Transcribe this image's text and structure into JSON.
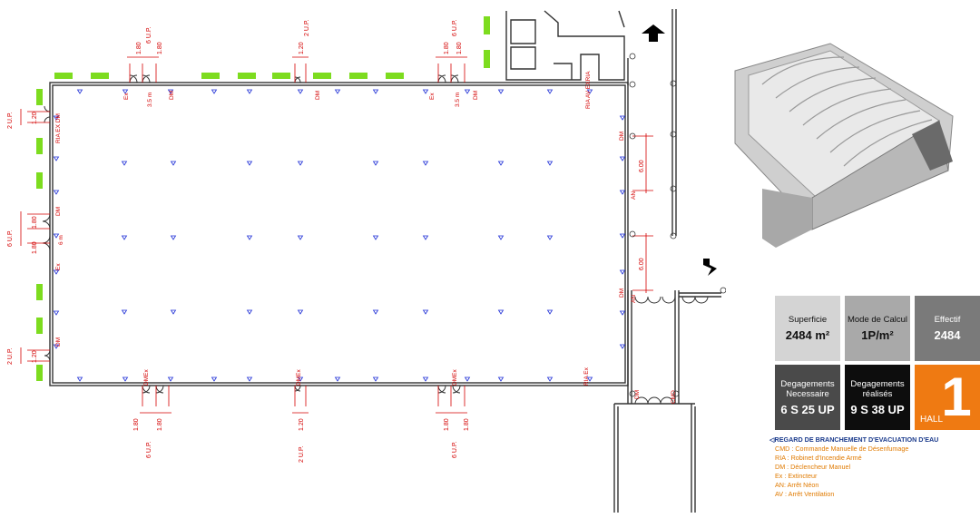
{
  "summary": {
    "superficie_label": "Superficie",
    "superficie_value": "2484 m²",
    "mode_label": "Mode de Calcul",
    "mode_value": "1P/m²",
    "effectif_label": "Effectif",
    "effectif_value": "2484",
    "deg_necessaire_label": "Degagements Necessaire",
    "deg_necessaire_value": "6 S 25 UP",
    "deg_realises_label": "Degagements réalisés",
    "deg_realises_value": "9 S 38 UP",
    "hall_number": "1",
    "hall_label": "HALL",
    "colors": {
      "light": "#d4d4d4",
      "mid": "#a9a9a9",
      "grey": "#7a7a7a",
      "dark": "#4a4a4a",
      "black": "#0d0d0d",
      "orange": "#ef7a12"
    }
  },
  "legend": {
    "header": "REGARD DE BRANCHEMENT D'EVACUATION D'EAU",
    "items": [
      "CMD : Commande Manuelle de Désenfumage",
      "RIA : Robinet d'Incendie Armé",
      "DM : Déclencheur Manuel",
      "Ex : Extincteur",
      "AN: Arrêt Néon",
      "AV : Arrêt Ventilation"
    ]
  },
  "plan": {
    "top_doors": [
      {
        "up": "6 U.P.",
        "dims": [
          "1.80",
          "1.80"
        ],
        "tag": "Ex",
        "tag2": "DM",
        "sign": "3.5 m"
      },
      {
        "up": "2 U.P.",
        "dims": [
          "1.20"
        ],
        "tag": "DM"
      },
      {
        "up": "6 U.P.",
        "dims": [
          "1.80",
          "1.80"
        ],
        "tag": "Ex",
        "tag2": "DM",
        "sign": "3.5 m"
      }
    ],
    "bottom_doors": [
      {
        "up": "6 U.P.",
        "dims": [
          "1.80",
          "1.80"
        ],
        "tag": "DMEx"
      },
      {
        "up": "2 U.P.",
        "dims": [
          "1.20"
        ],
        "tag": "DMEx"
      },
      {
        "up": "6 U.P.",
        "dims": [
          "1.80",
          "1.80"
        ],
        "tag": "DMEx"
      }
    ],
    "left_doors": [
      {
        "up": "2 U.P.",
        "dims": [
          "1.20"
        ],
        "tag": "RIA EX DM"
      },
      {
        "up": "6 U.P.",
        "dims": [
          "1.80",
          "1.80"
        ],
        "tag": "DM",
        "tag2": "Ex",
        "sign": "6 m"
      },
      {
        "up": "2 U.P.",
        "dims": [
          "1.20"
        ],
        "tag": "DM"
      }
    ],
    "right_dims": [
      "6.00",
      "6.00"
    ],
    "right_tags": [
      "DM",
      "AN",
      "DM",
      "AN",
      "DM",
      "CMD"
    ],
    "top_right_tag": "RIA AV EXRIA",
    "bottom_right_tag": "RIA Ex",
    "colors": {
      "wall": "#333333",
      "dim": "#d40000",
      "marker": "#1f2fd6",
      "exit": "#7ddc1f"
    }
  }
}
